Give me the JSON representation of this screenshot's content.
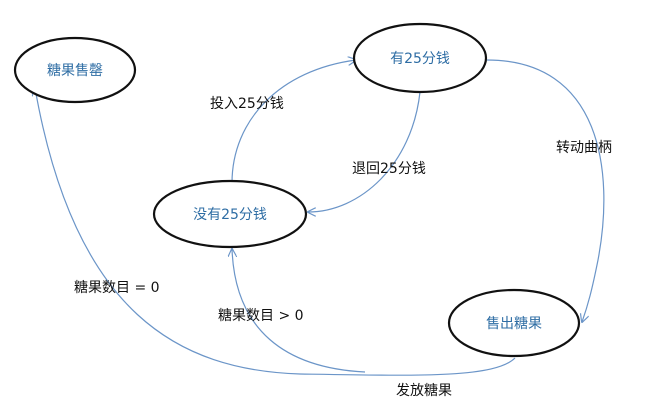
{
  "states": {
    "sold_out": "糖果售罄",
    "has_quarter": "有25分钱",
    "no_quarter": "没有25分钱",
    "sold": "售出糖果"
  },
  "transitions": {
    "insert_quarter": "投入25分钱",
    "eject_quarter": "退回25分钱",
    "turn_crank": "转动曲柄",
    "gumballs_zero": "糖果数目 = 0",
    "gumballs_positive": "糖果数目 > 0",
    "dispense": "发放糖果"
  },
  "colors": {
    "edge": "#6b95c8",
    "node_border": "#111111",
    "state_text": "#2e6da4",
    "edge_text": "#111111"
  }
}
